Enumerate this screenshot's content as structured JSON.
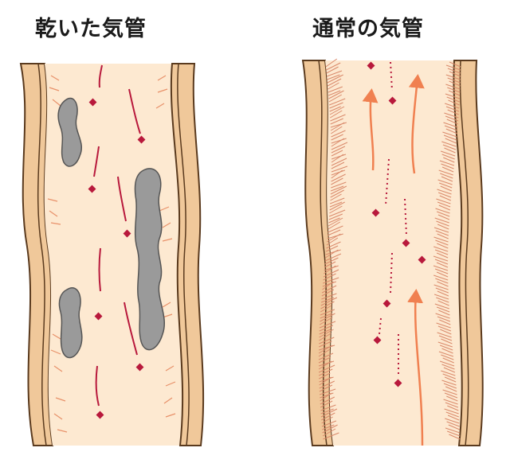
{
  "panels": {
    "left": {
      "title": "乾いた気管"
    },
    "right": {
      "title": "通常の気管"
    }
  },
  "colors": {
    "wall": "#f0c89a",
    "wall_outline": "#5a3a1e",
    "lumen": "#fde9d1",
    "cilia": "#e8916a",
    "cilia_dense": "#d9896a",
    "mucus": "#9a9a9a",
    "mucus_outline": "#555555",
    "particle": "#b8193c",
    "arrow": "#f08050"
  },
  "icons": [
    "dry-mucus-plug",
    "particle-dot",
    "mucociliary-flow-arrow"
  ]
}
